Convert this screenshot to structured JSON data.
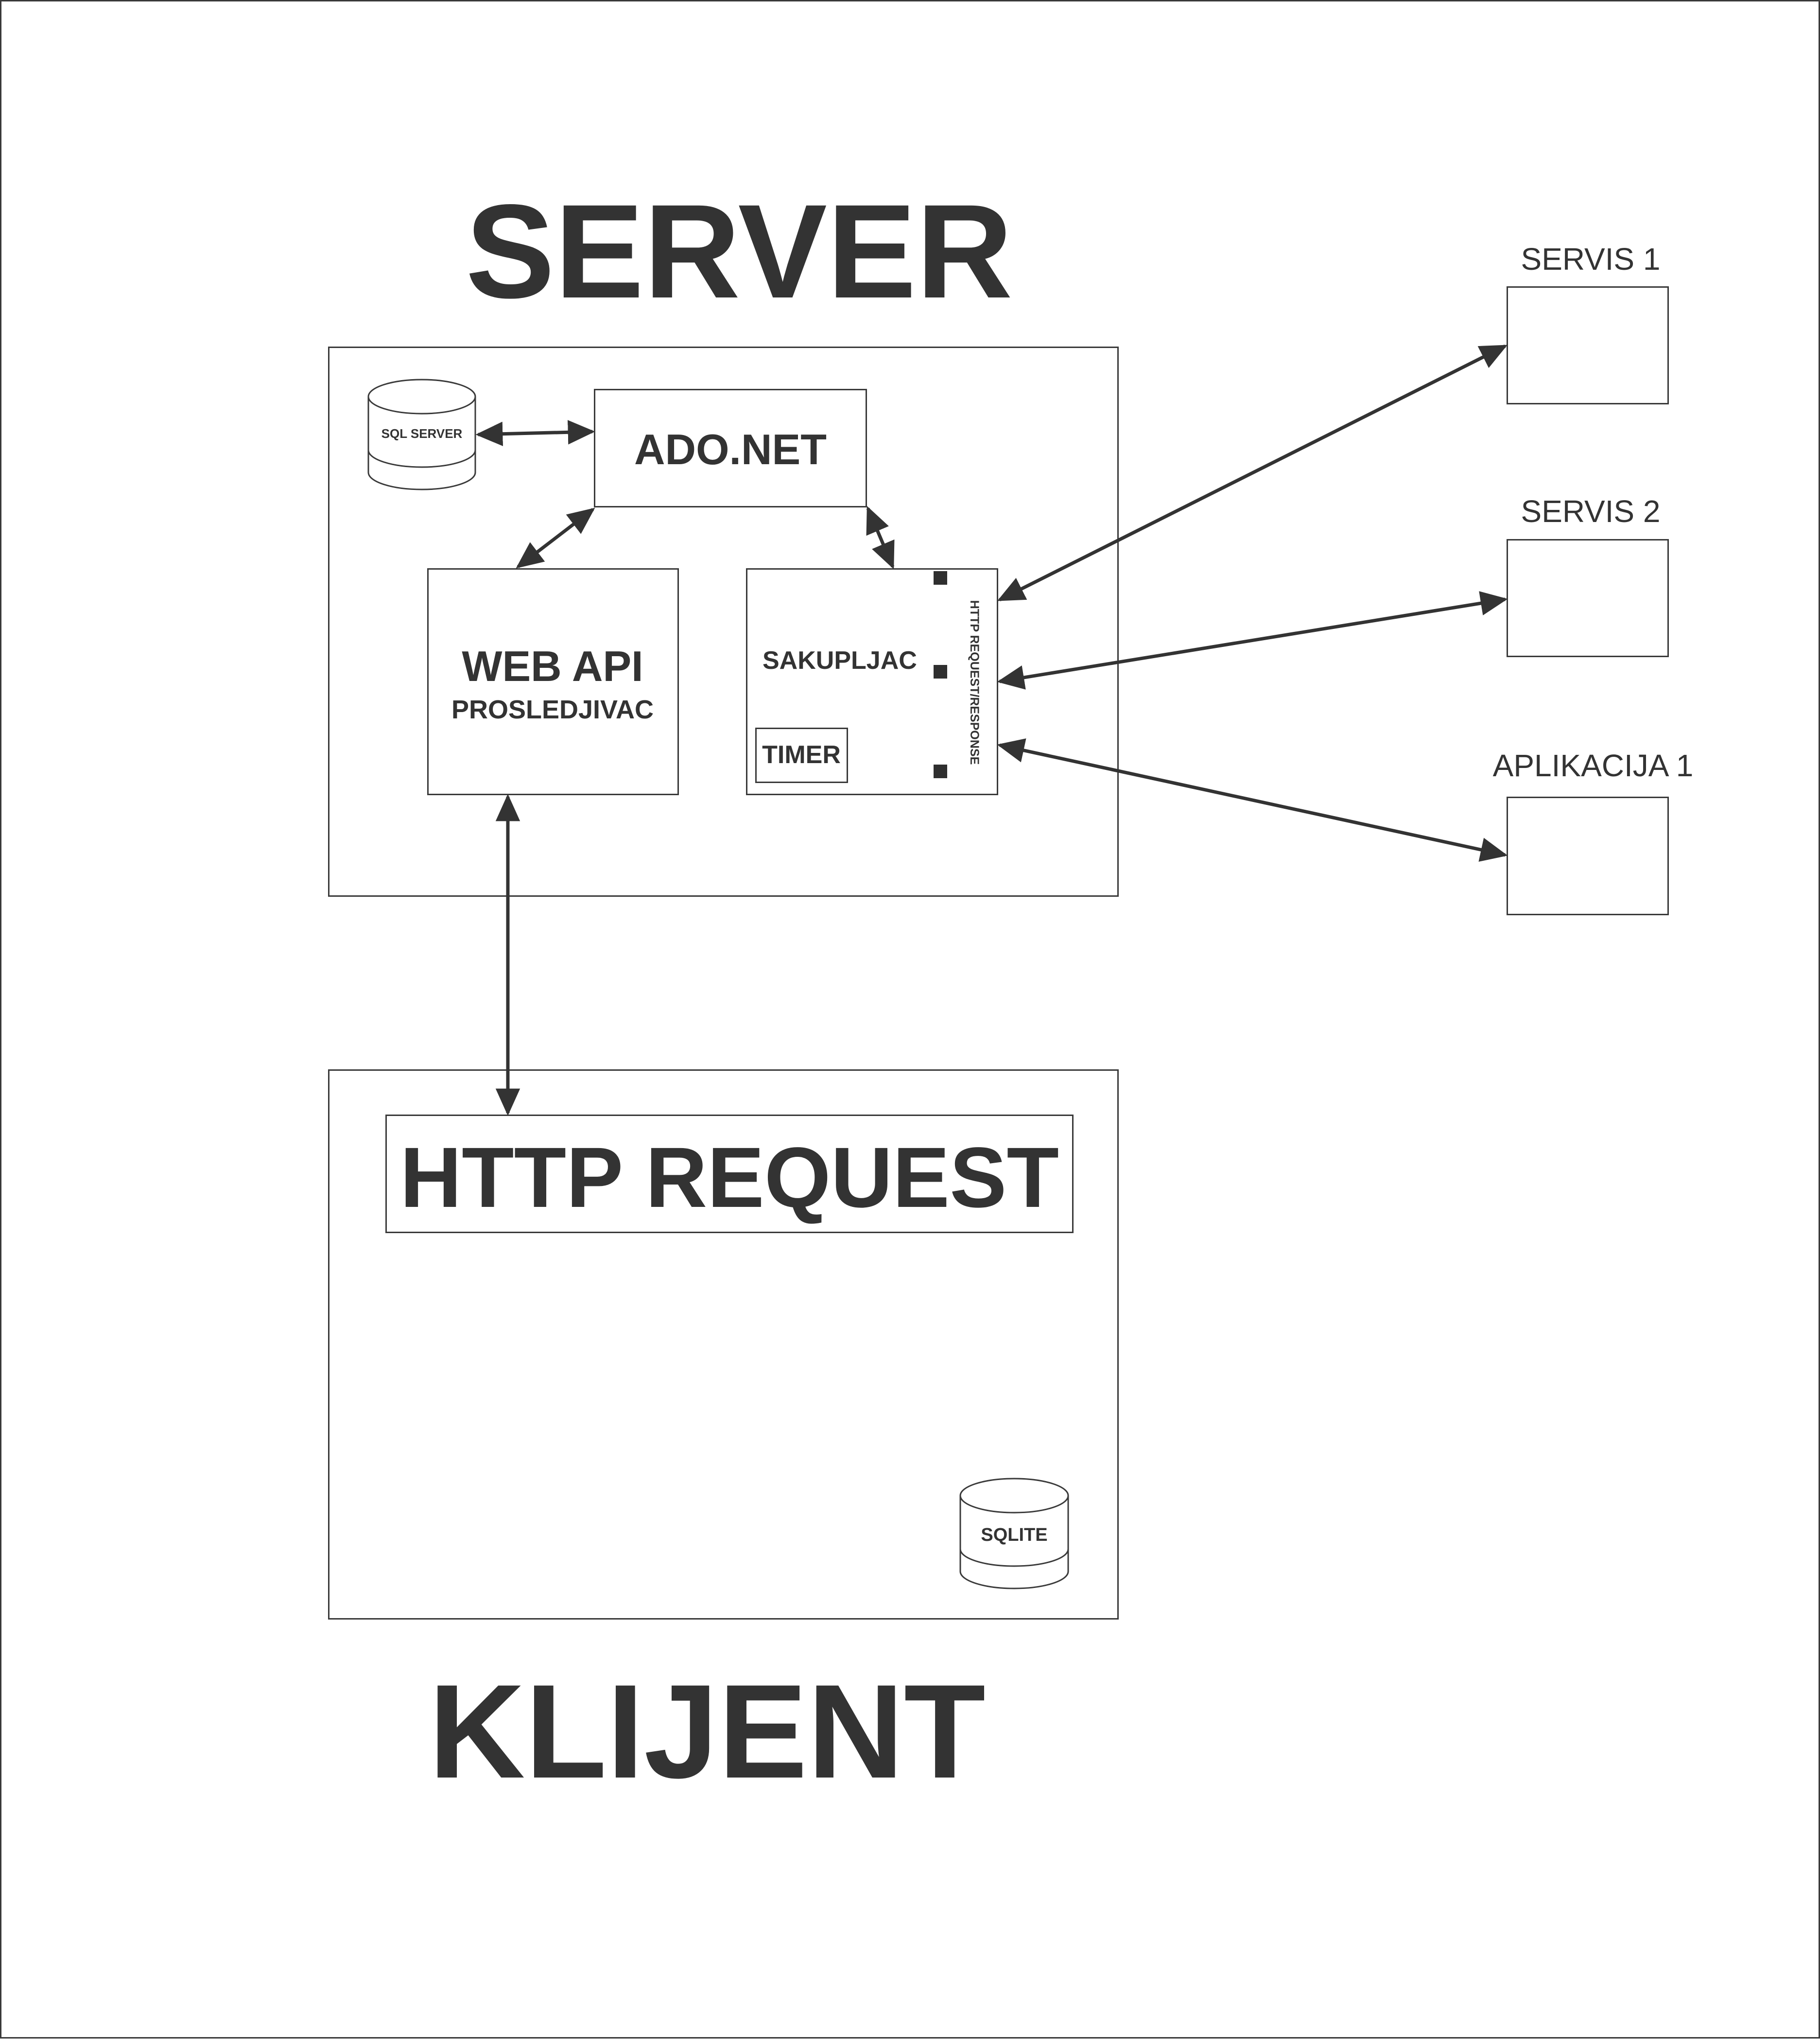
{
  "server": {
    "title": "SERVER",
    "db_label": "SQL SERVER",
    "adonet_label": "ADO.NET",
    "webapi_title": "WEB API",
    "webapi_subtitle": "PROSLEDJIVAC",
    "collector_label": "SAKUPLJAC",
    "timer_label": "TIMER",
    "port_label": "HTTP REQUEST/RESPONSE"
  },
  "externals": [
    {
      "label": "SERVIS 1"
    },
    {
      "label": "SERVIS 2"
    },
    {
      "label": "APLIKACIJA 1"
    }
  ],
  "client": {
    "title": "KLIJENT",
    "request_label": "HTTP REQUEST",
    "db_label": "SQLITE"
  },
  "colors": {
    "ink": "#333333",
    "line": "#3a3a3a",
    "background": "#ffffff"
  }
}
